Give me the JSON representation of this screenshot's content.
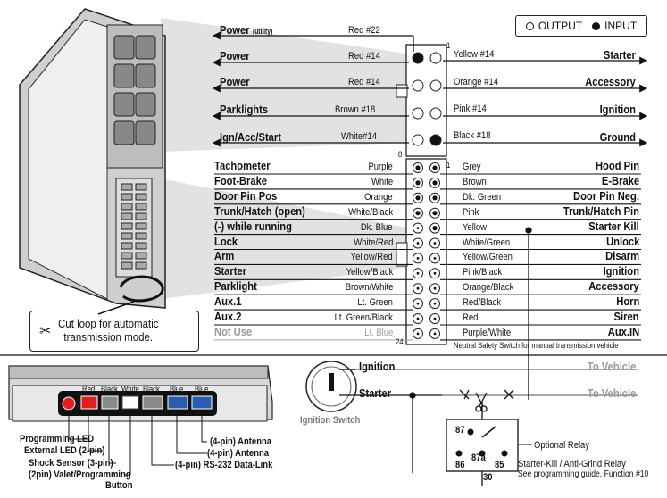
{
  "legend": {
    "output": "OUTPUT",
    "input": "INPUT"
  },
  "top_connector": {
    "pin_top": "1",
    "pin_bottom": "8",
    "rows": [
      {
        "left": "Power",
        "left_note": "(utility)",
        "left_wire": "Red #22",
        "right_wire": "",
        "right": ""
      },
      {
        "left": "Power",
        "left_note": "",
        "left_wire": "Red #14",
        "right_wire": "Yellow #14",
        "right": "Starter"
      },
      {
        "left": "Power",
        "left_note": "",
        "left_wire": "Red #14",
        "right_wire": "Orange #14",
        "right": "Accessory"
      },
      {
        "left": "Parklights",
        "left_note": "",
        "left_wire": "Brown #18",
        "right_wire": "Pink #14",
        "right": "Ignition"
      },
      {
        "left": "Ign/Acc/Start",
        "left_note": "",
        "left_wire": "White#14",
        "right_wire": "Black #18",
        "right": "Ground"
      }
    ]
  },
  "main_connector": {
    "pin_top": "1",
    "pin_bottom": "24",
    "rows": [
      {
        "left": "Tachometer",
        "left_wire": "Purple",
        "right_wire": "Grey",
        "right": "Hood Pin"
      },
      {
        "left": "Foot-Brake",
        "left_wire": "White",
        "right_wire": "Brown",
        "right": "E-Brake"
      },
      {
        "left": "Door Pin Pos",
        "left_wire": "Orange",
        "right_wire": "Dk. Green",
        "right": "Door Pin Neg."
      },
      {
        "left": "Trunk/Hatch (open)",
        "left_wire": "White/Black",
        "right_wire": "Pink",
        "right": "Trunk/Hatch Pin"
      },
      {
        "left": "(-) while running",
        "left_wire": "Dk. Blue",
        "right_wire": "Yellow",
        "right": "Starter Kill"
      },
      {
        "left": "Lock",
        "left_wire": "White/Red",
        "right_wire": "White/Green",
        "right": "Unlock"
      },
      {
        "left": "Arm",
        "left_wire": "Yellow/Red",
        "right_wire": "Yellow/Green",
        "right": "Disarm"
      },
      {
        "left": "Starter",
        "left_wire": "Yellow/Black",
        "right_wire": "Pink/Black",
        "right": "Ignition"
      },
      {
        "left": "Parklight",
        "left_wire": "Brown/White",
        "right_wire": "Orange/Black",
        "right": "Accessory"
      },
      {
        "left": "Aux.1",
        "left_wire": "Lt. Green",
        "right_wire": "Red/Black",
        "right": "Horn"
      },
      {
        "left": "Aux.2",
        "left_wire": "Lt. Green/Black",
        "right_wire": "Red",
        "right": "Siren"
      },
      {
        "left": "Not Use",
        "left_wire": "Lt. Blue",
        "right_wire": "Purple/White",
        "right": "Aux.IN"
      }
    ],
    "neutral_note": "Neutral Safety Switch for manual transmission vehicle"
  },
  "cut_loop_note": [
    "Cut loop for automatic",
    "transmission mode."
  ],
  "module_ports": {
    "port_colors": [
      "Red",
      "Black",
      "White",
      "Black",
      "Blue",
      "Blue"
    ],
    "labels": [
      "Programming LED",
      "External LED (2-pin)",
      "Shock Sensor (3-pin)",
      "(2pin) Valet/Programming",
      "Button",
      "(4-pin) RS-232 Data-Link",
      "(4-pin) Antenna",
      "(4-pin) Antenna"
    ]
  },
  "ignition_circuit": {
    "switch_label": "Ignition Switch",
    "ignition": "Ignition",
    "starter": "Starter",
    "to_vehicle_1": "To Vehicle",
    "to_vehicle_2": "To Vehicle",
    "optional_relay": "Optional Relay",
    "relay_pins": {
      "p87": "87",
      "p87a": "87a",
      "p86": "86",
      "p85": "85",
      "p30": "30"
    },
    "starter_kill_title": "Starter-Kill / Anti-Grind Relay",
    "starter_kill_sub": "See programming guide, Function #10"
  },
  "colors": {
    "gray_line": "#a8a8a8",
    "gray_fill": "#d7d7d7",
    "port_red": "#e02020",
    "port_blue": "#2a5db0"
  }
}
